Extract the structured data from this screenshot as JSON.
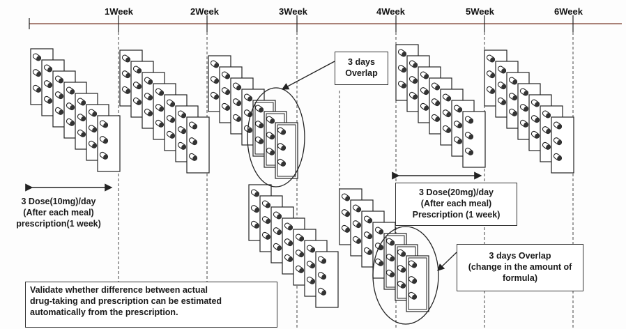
{
  "timeline": {
    "weeks": [
      "1Week",
      "2Week",
      "3Week",
      "4Week",
      "5Week",
      "6Week"
    ]
  },
  "annotations": {
    "dose_10mg": [
      "3 Dose(10mg)/day",
      "(After each meal)",
      "prescription(1 week)"
    ],
    "overlap_top": [
      "3 days",
      "Overlap"
    ],
    "dose_20mg": [
      "3 Dose(20mg)/day",
      "(After each meal)",
      "Prescription (1 week)"
    ],
    "overlap_bottom": [
      "3 days Overlap",
      "(change in the amount of",
      "formula)"
    ],
    "note": [
      "Validate whether difference between actual",
      "drug-taking and prescription can be estimated",
      "automatically from the prescription."
    ]
  },
  "colors": {
    "ink": "#222222",
    "timeline_line": "#7a3a2a",
    "background": "#fdfdfd"
  }
}
